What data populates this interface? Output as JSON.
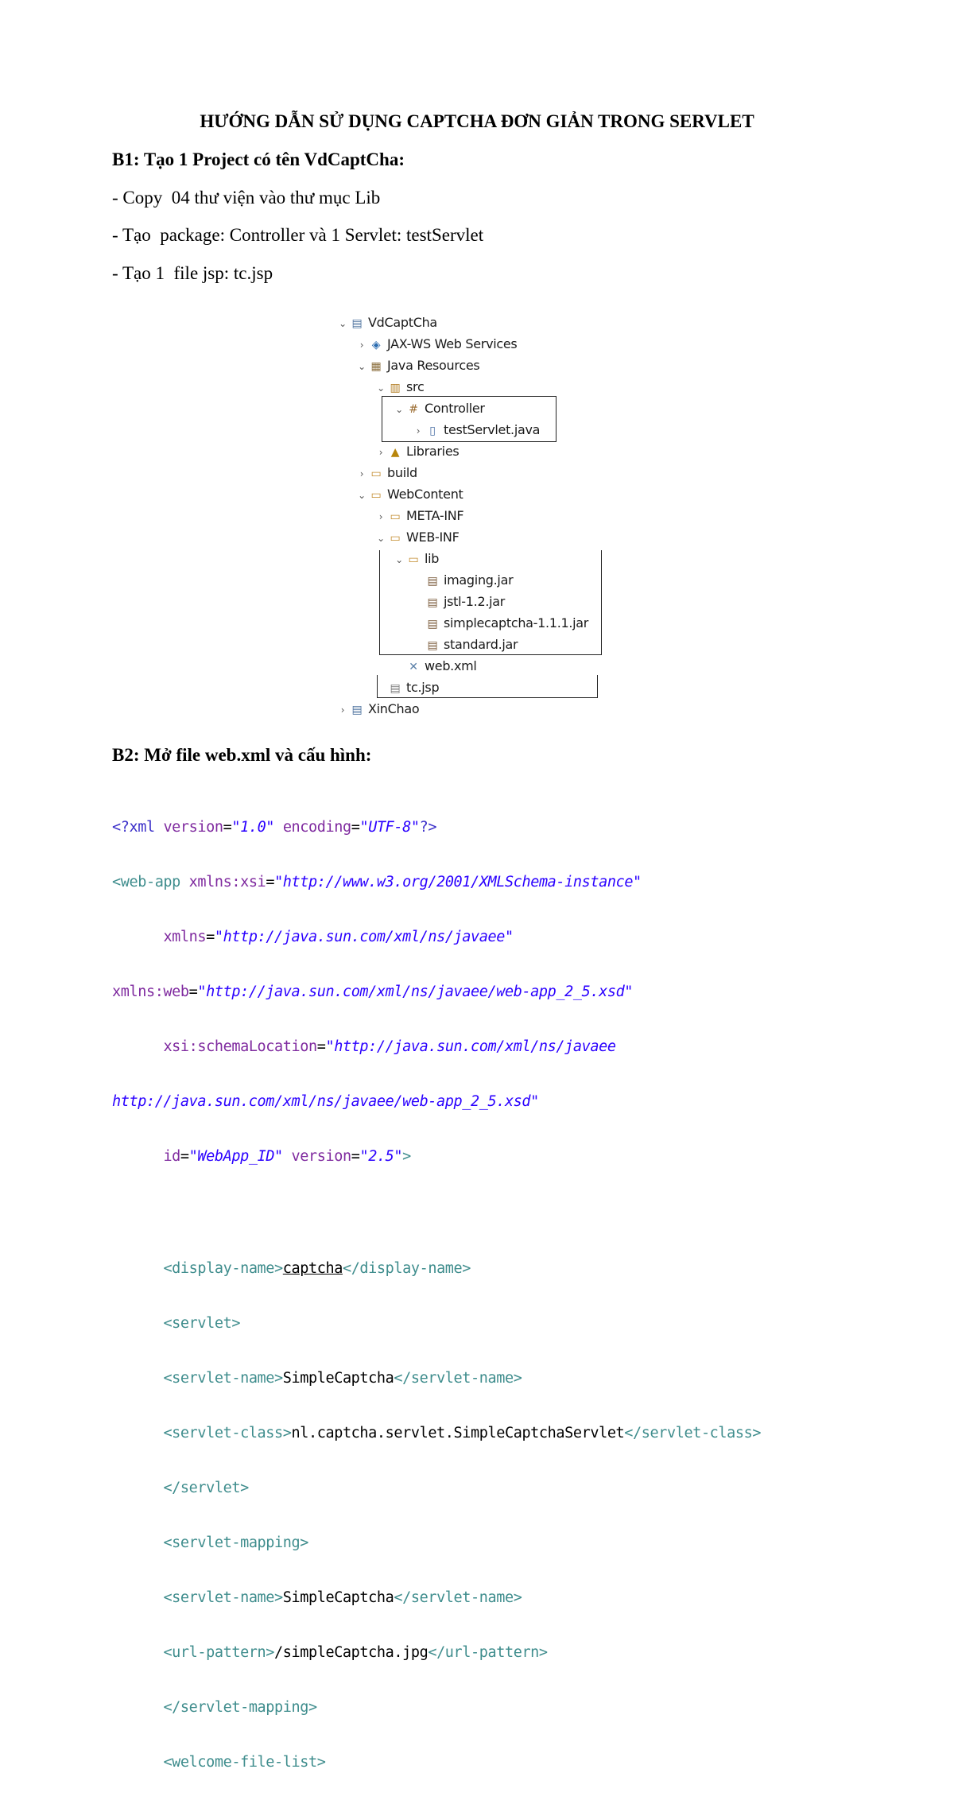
{
  "title": "HƯỚNG DẪN SỬ DỤNG CAPTCHA ĐƠN GIẢN TRONG SERVLET",
  "step1": {
    "heading": "B1: Tạo 1 Project có tên VdCaptCha:",
    "bullets": [
      "- Copy  04 thư viện vào thư mục Lib",
      "- Tạo  package: Controller và 1 Servlet: testServlet",
      "- Tạo 1  file jsp: tc.jsp"
    ]
  },
  "tree": {
    "project": "VdCaptCha",
    "jaxws": "JAX-WS Web Services",
    "java_resources": "Java Resources",
    "src": "src",
    "controller": "Controller",
    "servlet_file": "testServlet.java",
    "libraries": "Libraries",
    "build": "build",
    "webcontent": "WebContent",
    "metainf": "META-INF",
    "webinf": "WEB-INF",
    "lib": "lib",
    "jars": [
      "imaging.jar",
      "jstl-1.2.jar",
      "simplecaptcha-1.1.1.jar",
      "standard.jar"
    ],
    "webxml": "web.xml",
    "tcjsp": "tc.jsp",
    "other_project": "XinChao"
  },
  "step2": {
    "heading": "B2: Mở file web.xml và cấu hình:"
  },
  "code": {
    "l1": {
      "a": "<?xml ",
      "b": "version",
      "c": "=",
      "d": "\"1.0\"",
      "e": " ",
      "f": "encoding",
      "g": "=",
      "h": "\"UTF-8\"",
      "i": "?>"
    },
    "l2": {
      "a": "<web-app ",
      "b": "xmlns:xsi",
      "c": "=",
      "d": "\"http://www.w3.org/2001/XMLSchema-instance\""
    },
    "l3": {
      "a": "      ",
      "b": "xmlns",
      "c": "=",
      "d": "\"http://java.sun.com/xml/ns/javaee\""
    },
    "l4": {
      "b": "xmlns:web",
      "c": "=",
      "d": "\"http://java.sun.com/xml/ns/javaee/web-app_2_5.xsd\""
    },
    "l5": {
      "a": "      ",
      "b": "xsi:schemaLocation",
      "c": "=",
      "d": "\"http://java.sun.com/xml/ns/javaee"
    },
    "l6": {
      "d": "http://java.sun.com/xml/ns/javaee/web-app_2_5.xsd\""
    },
    "l7": {
      "a": "      ",
      "b": "id",
      "c": "=",
      "d": "\"WebApp_ID\"",
      "e": " ",
      "f": "version",
      "g": "=",
      "h": "\"2.5\"",
      "i": ">"
    },
    "l9": {
      "a": "      ",
      "o": "<display-name>",
      "t": "captcha",
      "c": "</display-name>"
    },
    "l10": {
      "a": "      ",
      "o": "<servlet>"
    },
    "l11": {
      "a": "      ",
      "o": "<servlet-name>",
      "t": "SimpleCaptcha",
      "c": "</servlet-name>"
    },
    "l12": {
      "a": "      ",
      "o": "<servlet-class>",
      "t": "nl.captcha.servlet.SimpleCaptchaServlet",
      "c": "</servlet-class>"
    },
    "l13": {
      "a": "      ",
      "o": "</servlet>"
    },
    "l14": {
      "a": "      ",
      "o": "<servlet-mapping>"
    },
    "l15": {
      "a": "      ",
      "o": "<servlet-name>",
      "t": "SimpleCaptcha",
      "c": "</servlet-name>"
    },
    "l16": {
      "a": "      ",
      "o": "<url-pattern>",
      "t": "/simpleCaptcha.jpg",
      "c": "</url-pattern>"
    },
    "l17": {
      "a": "      ",
      "o": "</servlet-mapping>"
    },
    "l18": {
      "a": "      ",
      "o": "<welcome-file-list>"
    }
  }
}
